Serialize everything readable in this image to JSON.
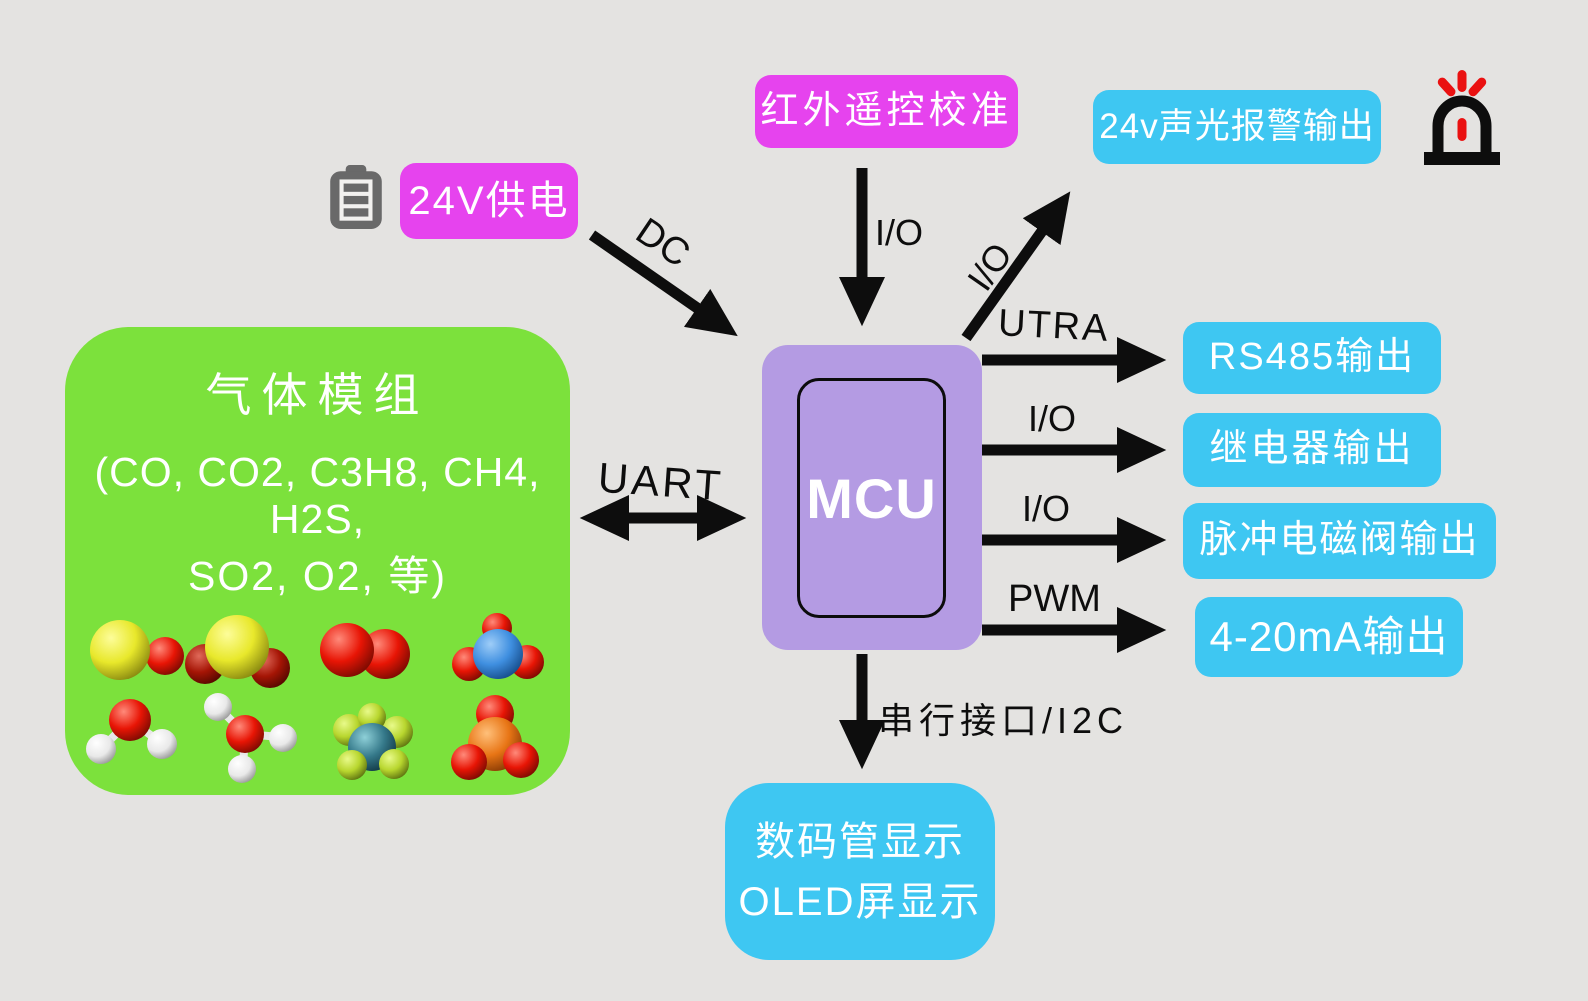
{
  "nodes": {
    "power_supply": {
      "label": "24V供电"
    },
    "ir_calibration": {
      "label": "红外遥控校准"
    },
    "alarm_output": {
      "label": "24v声光报警输出"
    },
    "gas_module": {
      "title": "气体模组",
      "gas_list_line1": "(CO, CO2, C3H8, CH4, H2S,",
      "gas_list_line2": "SO2, O2, 等)"
    },
    "mcu": {
      "label": "MCU"
    },
    "rs485_output": {
      "label": "RS485输出"
    },
    "relay_output": {
      "label": "继电器输出"
    },
    "solenoid_valve_output": {
      "label": "脉冲电磁阀输出"
    },
    "current_output": {
      "label": "4-20mA输出"
    },
    "display": {
      "line1": "数码管显示",
      "line2": "OLED屏显示"
    }
  },
  "edges": {
    "dc": {
      "label": "DC"
    },
    "ir_io": {
      "label": "I/O"
    },
    "alarm_io": {
      "label": "I/O"
    },
    "uart": {
      "label": "UART"
    },
    "utra": {
      "label": "UTRA"
    },
    "relay_io": {
      "label": "I/O"
    },
    "valve_io": {
      "label": "I/O"
    },
    "pwm": {
      "label": "PWM"
    },
    "serial_i2c": {
      "label": "串行接口/I2C"
    }
  },
  "icons": {
    "battery": "battery-icon",
    "alarm_light": "alarm-light-icon"
  },
  "colors": {
    "background": "#e4e3e1",
    "magenta": "#e643ee",
    "cyan": "#3ec7f2",
    "green": "#7ce13c",
    "purple": "#b49be3",
    "arrow_black": "#0d0d0d",
    "alarm_red": "#ea1111",
    "battery_gray": "#696969"
  }
}
